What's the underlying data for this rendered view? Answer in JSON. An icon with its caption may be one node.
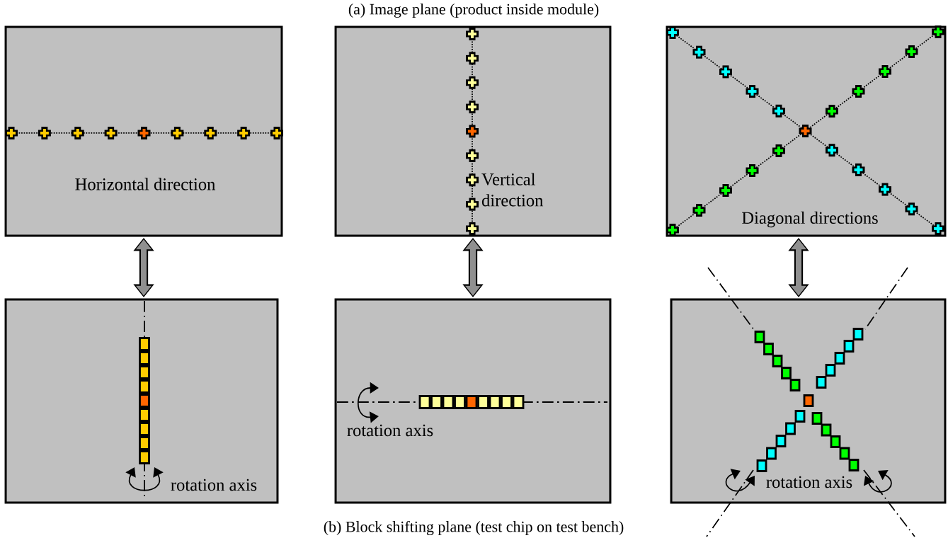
{
  "diagram": {
    "title": "(a) Image plane (product inside module)",
    "caption": "(b) Block shifting plane (test chip on test bench)",
    "nodes": [
      {
        "text": [
          "Horizontal direction"
        ]
      },
      {
        "text": [
          "Vertical direction"
        ]
      },
      {
        "text": [
          "Diagonal directions"
        ]
      },
      {
        "text": [
          "rotation axis"
        ]
      },
      {
        "text": [
          "rotation axis"
        ]
      },
      {
        "text": [
          "rotation axis"
        ]
      }
    ],
    "edges": [
      {
        "from": 0,
        "to": 3,
        "arrow": "both"
      },
      {
        "from": 1,
        "to": 4,
        "arrow": "both"
      },
      {
        "from": 2,
        "to": 5,
        "arrow": "both"
      }
    ]
  }
}
